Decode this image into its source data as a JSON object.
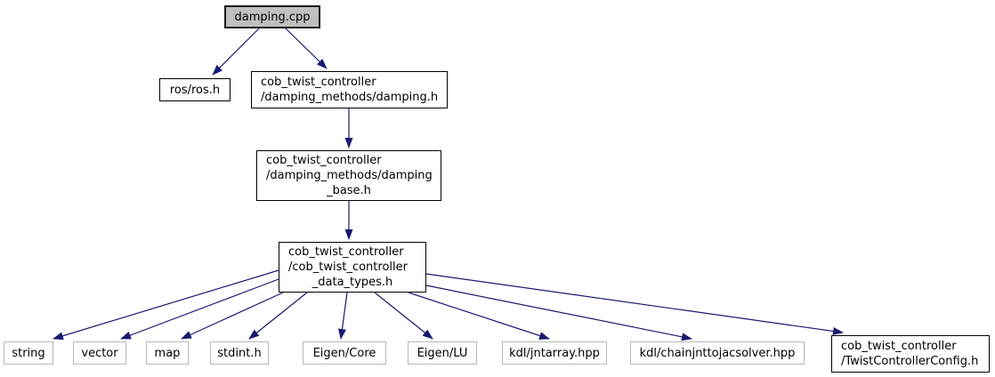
{
  "diagram_type": "include-dependency-graph",
  "colors": {
    "edge": "#191970",
    "main_node_fill": "#bfbfbf",
    "node_fill": "#ffffff",
    "documented_node_border": "#000000",
    "external_node_border": "#b9b9b9",
    "text": "#000000"
  },
  "nodes": {
    "damping_cpp": {
      "label": "damping.cpp"
    },
    "ros_h": {
      "label": "ros/ros.h"
    },
    "damping_h": {
      "lines": [
        "cob_twist_controller",
        "/damping_methods/damping.h"
      ]
    },
    "damping_base_h": {
      "lines": [
        "cob_twist_controller",
        "/damping_methods/damping",
        "_base.h"
      ]
    },
    "data_types_h": {
      "lines": [
        "cob_twist_controller",
        "/cob_twist_controller",
        "_data_types.h"
      ]
    },
    "string": {
      "label": "string"
    },
    "vector": {
      "label": "vector"
    },
    "map": {
      "label": "map"
    },
    "stdint_h": {
      "label": "stdint.h"
    },
    "eigen_core": {
      "label": "Eigen/Core"
    },
    "eigen_lu": {
      "label": "Eigen/LU"
    },
    "kdl_jntarray": {
      "label": "kdl/jntarray.hpp"
    },
    "kdl_chainjnttojacsolver": {
      "label": "kdl/chainjnttojacsolver.hpp"
    },
    "twist_controller_config": {
      "lines": [
        "cob_twist_controller",
        "/TwistControllerConfig.h"
      ]
    }
  },
  "edges": [
    {
      "from": "damping_cpp",
      "to": "ros_h"
    },
    {
      "from": "damping_cpp",
      "to": "damping_h"
    },
    {
      "from": "damping_h",
      "to": "damping_base_h"
    },
    {
      "from": "damping_base_h",
      "to": "data_types_h"
    },
    {
      "from": "data_types_h",
      "to": "string"
    },
    {
      "from": "data_types_h",
      "to": "vector"
    },
    {
      "from": "data_types_h",
      "to": "map"
    },
    {
      "from": "data_types_h",
      "to": "stdint_h"
    },
    {
      "from": "data_types_h",
      "to": "eigen_core"
    },
    {
      "from": "data_types_h",
      "to": "eigen_lu"
    },
    {
      "from": "data_types_h",
      "to": "kdl_jntarray"
    },
    {
      "from": "data_types_h",
      "to": "kdl_chainjnttojacsolver"
    },
    {
      "from": "data_types_h",
      "to": "twist_controller_config"
    }
  ]
}
